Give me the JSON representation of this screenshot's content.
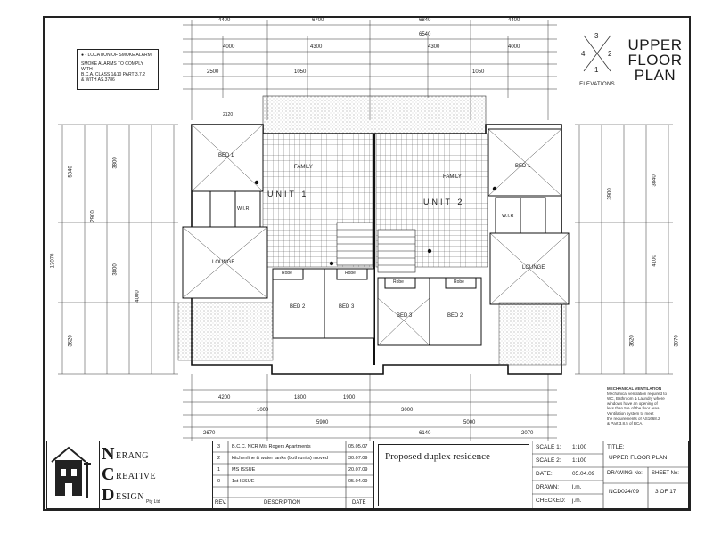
{
  "drawing": {
    "title_lines": [
      "UPPER",
      "FLOOR",
      "PLAN"
    ],
    "elevations_label": "ELEVATIONS",
    "compass_numbers": [
      "1",
      "2",
      "3",
      "4"
    ]
  },
  "legend": {
    "symbol_text": "- LOCATION OF SMOKE ALARM",
    "note_lines": [
      "SMOKE ALARMS TO COMPLY WITH",
      "B.C.A. CLASS 1&10 PART 3.7.2",
      "& WITH AS.3786"
    ]
  },
  "plan": {
    "unit_labels": [
      "UNIT 1",
      "UNIT 2"
    ],
    "room_labels": [
      "BED 1",
      "BED 1",
      "BED 2",
      "BED 3",
      "BED 3",
      "BED 2",
      "LOUNGE",
      "LOUNGE",
      "FAMILY",
      "FAMILY",
      "W.I.R",
      "W.I.R",
      "Robe",
      "Robe",
      "Robe",
      "Robe"
    ],
    "top_dimensions": [
      "4400",
      "6700",
      "6840",
      "4400",
      "6540",
      "4000",
      "4300",
      "4300",
      "4000",
      "2500",
      "1050",
      "1050",
      "2120"
    ],
    "bottom_dimensions": [
      "4200",
      "1000",
      "1800",
      "1900",
      "3000",
      "5900",
      "6140",
      "5000",
      "2670",
      "2070"
    ],
    "left_dimensions": [
      "5840",
      "3800",
      "2900",
      "3800",
      "4000",
      "3620",
      "13070"
    ],
    "right_dimensions": [
      "3840",
      "3900",
      "4100",
      "3620",
      "3070"
    ]
  },
  "title_block": {
    "company_letters": [
      "N",
      "C",
      "D"
    ],
    "company_words": [
      "ERANG",
      "REATIVE",
      "ESIGN"
    ],
    "company_suffix": "Pty Ltd",
    "revisions": [
      {
        "rev": "3",
        "description": "B.C.C. NCR M/s Rogers Apartments",
        "date": "05.05.07"
      },
      {
        "rev": "2",
        "description": "kitchenline & water tanks (both units) moved",
        "date": "30.07.09"
      },
      {
        "rev": "1",
        "description": "MS ISSUE",
        "date": "20.07.09"
      },
      {
        "rev": "0",
        "description": "1st ISSUE",
        "date": "05.04.09"
      }
    ],
    "rev_header": "REV.",
    "description_header": "DESCRIPTION",
    "date_header": "DATE",
    "project": "Proposed duplex residence",
    "scale1_label": "SCALE 1:",
    "scale1_value": "1:100",
    "scale2_label": "SCALE 2:",
    "scale2_value": "1:100",
    "date_label": "DATE:",
    "date_value": "05.04.09",
    "drawn_label": "DRAWN:",
    "drawn_value": "l.m.",
    "checked_label": "CHECKED:",
    "checked_value": "j.m.",
    "title_label": "TITLE:",
    "title_value": "UPPER FLOOR PLAN",
    "drawing_no_label": "DRAWING No:",
    "drawing_no_value": "NCD024/09",
    "sheet_no_label": "SHEET No:",
    "sheet_no_value": "3 OF 17"
  },
  "notes": {
    "heading": "MECHANICAL VENTILATION",
    "lines": [
      "Mechanical ventilation required to",
      "WC, Bathroom & Laundry where",
      "windows have an opening of",
      "less than 5% of the floor area,",
      "Ventilation system to meet",
      "the requirements of AS1668.2",
      "& Part 3.8.5 of BCA."
    ]
  }
}
